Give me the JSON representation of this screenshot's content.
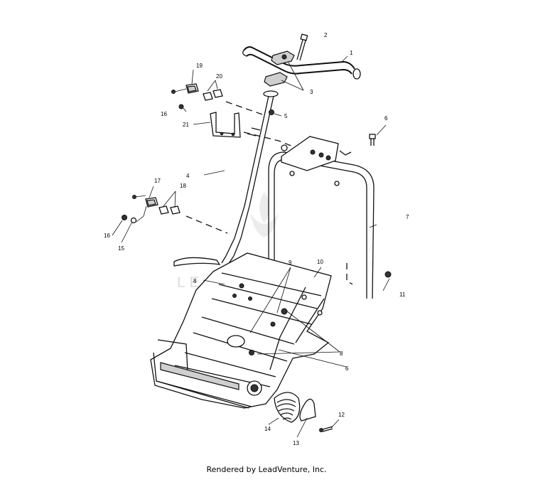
{
  "watermark": "LEADVENTURE",
  "footer": "Rendered by LeadVenture, Inc.",
  "callouts": [
    "1",
    "2",
    "3",
    "4",
    "5",
    "6",
    "6",
    "7",
    "8",
    "8",
    "9",
    "10",
    "11",
    "12",
    "13",
    "14",
    "15",
    "16",
    "16",
    "17",
    "18",
    "19",
    "20",
    "21"
  ]
}
